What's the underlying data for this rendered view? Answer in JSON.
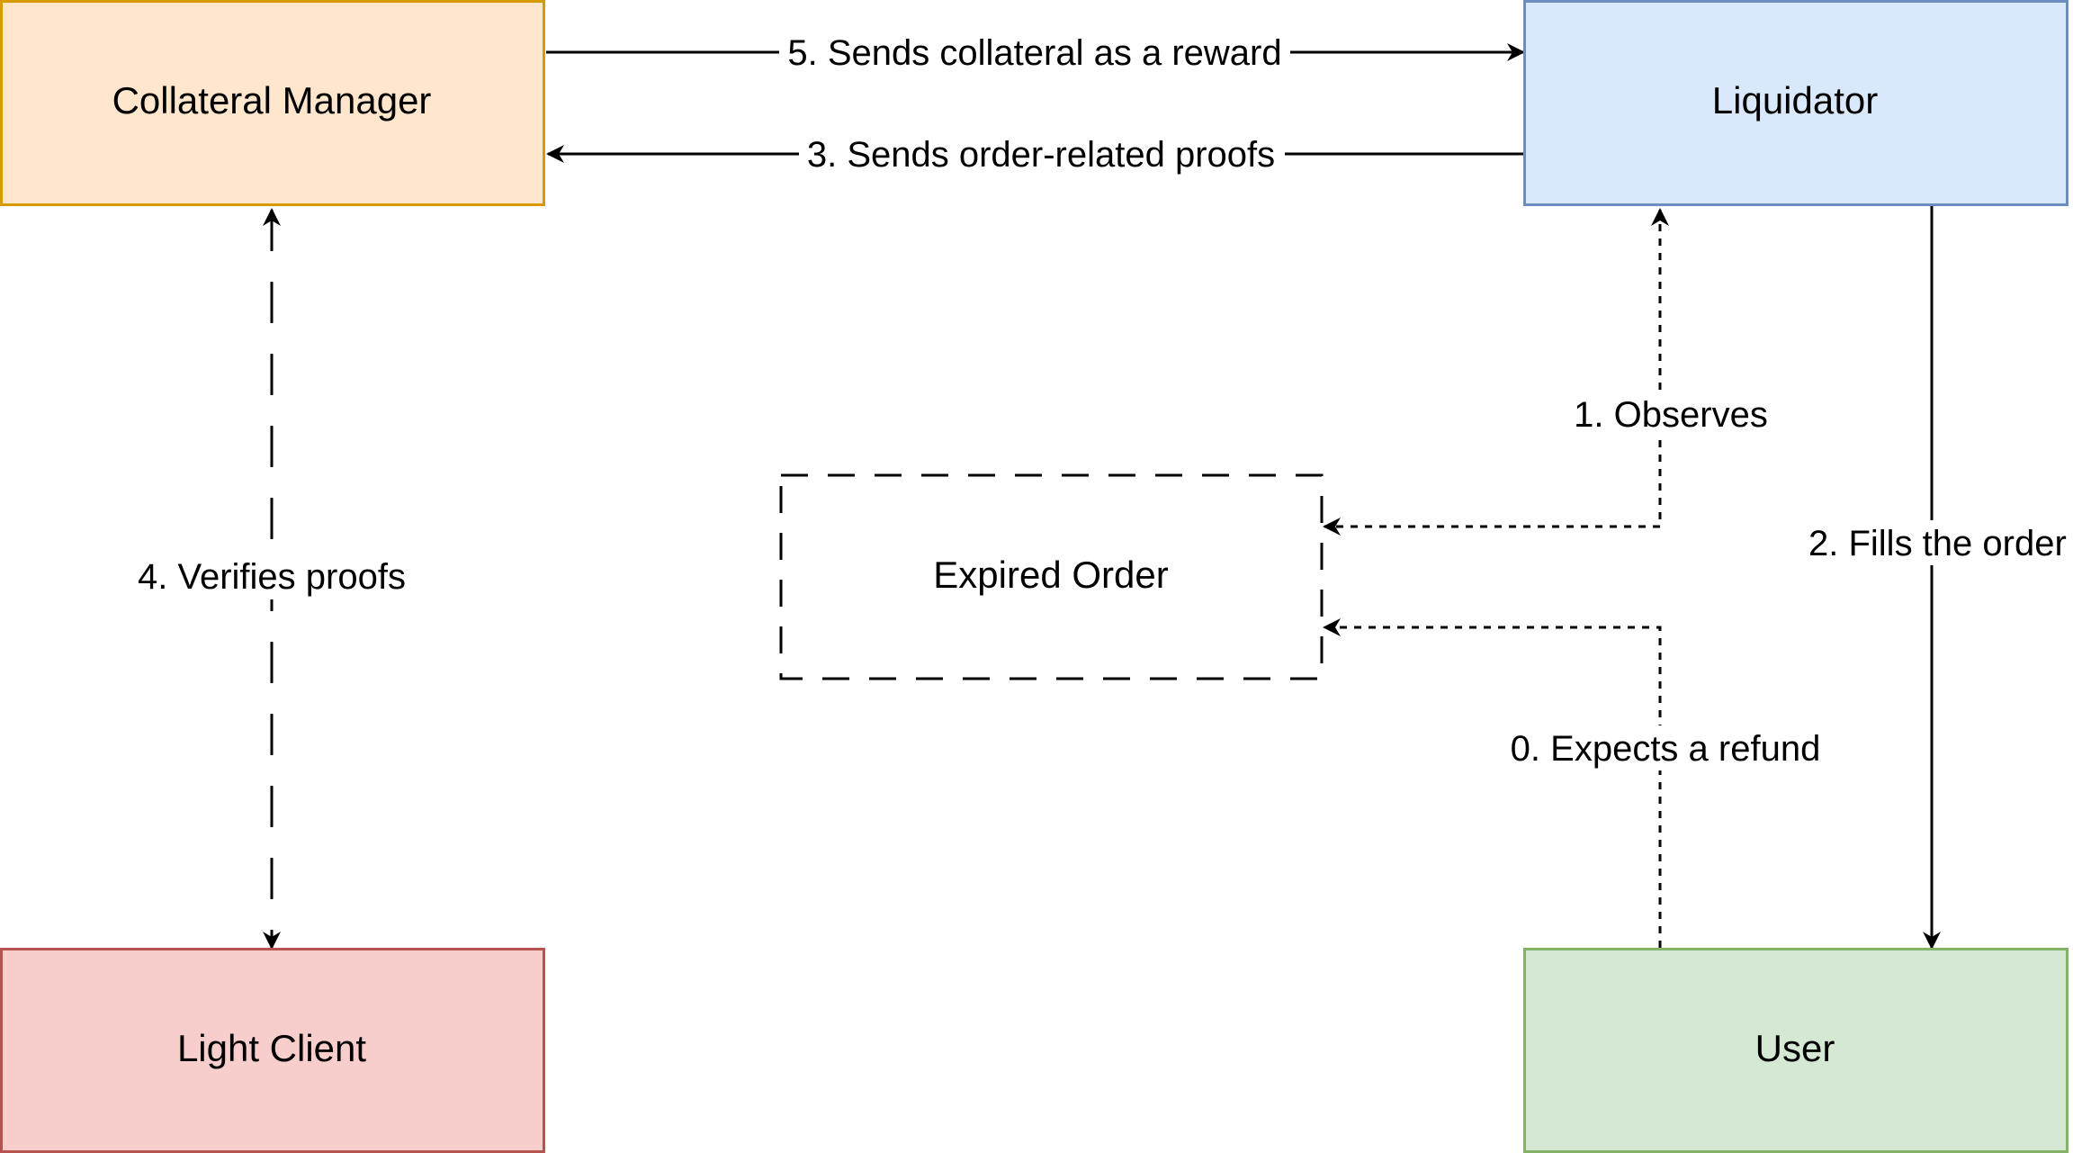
{
  "diagram": {
    "nodes": {
      "collateral_manager": {
        "label": "Collateral Manager",
        "fill": "#ffe6cc",
        "stroke": "#d79b00"
      },
      "liquidator": {
        "label": "Liquidator",
        "fill": "#dae8fc",
        "stroke": "#6c8ebf"
      },
      "light_client": {
        "label": "Light Client",
        "fill": "#f8cecc",
        "stroke": "#b85450"
      },
      "user": {
        "label": "User",
        "fill": "#d5e8d4",
        "stroke": "#82b366"
      },
      "expired_order": {
        "label": "Expired Order",
        "fill": "#ffffff",
        "stroke": "#000000"
      }
    },
    "edges": {
      "step0": {
        "label": "0. Expects a refund",
        "from": "user",
        "to": "expired_order",
        "style": "dotted"
      },
      "step1": {
        "label": "1. Observes",
        "from": "liquidator",
        "to": "expired_order",
        "style": "dotted",
        "bidirectional": true
      },
      "step2": {
        "label": "2. Fills the order",
        "from": "liquidator",
        "to": "user",
        "style": "solid"
      },
      "step3": {
        "label": "3. Sends order-related proofs",
        "from": "liquidator",
        "to": "collateral_manager",
        "style": "solid"
      },
      "step4": {
        "label": "4. Verifies proofs",
        "from": "collateral_manager",
        "to": "light_client",
        "style": "dashed",
        "bidirectional": true
      },
      "step5": {
        "label": "5. Sends collateral as a reward",
        "from": "collateral_manager",
        "to": "liquidator",
        "style": "solid"
      }
    }
  }
}
